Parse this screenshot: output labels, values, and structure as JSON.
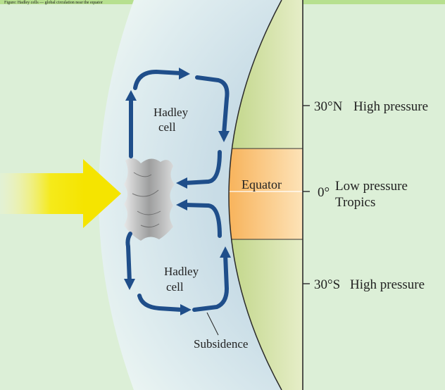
{
  "diagram": {
    "header_text": "Figure: Hadley cells — global circulation near the equator",
    "labels": {
      "hadley_upper_line1": "Hadley",
      "hadley_upper_line2": "cell",
      "hadley_lower_line1": "Hadley",
      "hadley_lower_line2": "cell",
      "equator": "Equator",
      "subsidence": "Subsidence",
      "lat_30n": "30°N",
      "lat_30n_pressure": "High pressure",
      "lat_0": "0°",
      "lat_0_pressure": "Low pressure",
      "lat_0_region": "Tropics",
      "lat_30s": "30°S",
      "lat_30s_pressure": "High pressure"
    },
    "colors": {
      "background": "#dcefd7",
      "atmosphere": "#c9dde6",
      "land": "#c7d98c",
      "tropics_band": "#f7b55a",
      "arrow": "#1f4e8a",
      "sun_arrow": "#f5ea1a"
    },
    "icons": {
      "sun_arrow": "sun-arrow-icon",
      "cloud": "cloud-icon"
    }
  }
}
